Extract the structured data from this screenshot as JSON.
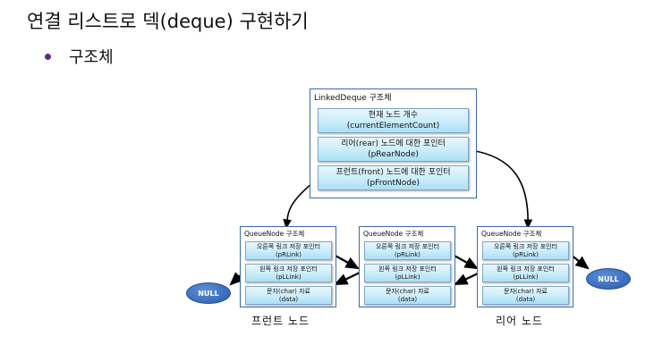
{
  "title": "연결 리스트로 덱(deque) 구현하기",
  "bullet": "구조체",
  "deque": {
    "title": "LinkedDeque 구조체",
    "fields": [
      {
        "line1": "현재 노드 개수",
        "line2": "(currentElementCount)"
      },
      {
        "line1": "리어(rear) 노드에 대한 포인터",
        "line2": "(pRearNode)"
      },
      {
        "line1": "프런트(front) 노드에 대한 포인터",
        "line2": "(pFrontNode)"
      }
    ]
  },
  "nodes": [
    {
      "title": "QueueNode 구조체",
      "fields": [
        {
          "line1": "오른쪽 링크 저장 포인터",
          "line2": "(pRLink)"
        },
        {
          "line1": "왼쪽 링크 저장 포인터",
          "line2": "(pLLink)"
        },
        {
          "line1": "문자(char) 자료",
          "line2": "(data)"
        }
      ]
    },
    {
      "title": "QueueNode 구조체",
      "fields": [
        {
          "line1": "오른쪽 링크 저장 포인터",
          "line2": "(pRLink)"
        },
        {
          "line1": "왼쪽 링크 저장 포인터",
          "line2": "(pLLink)"
        },
        {
          "line1": "문자(char) 자료",
          "line2": "(data)"
        }
      ]
    },
    {
      "title": "QueueNode 구조체",
      "fields": [
        {
          "line1": "오른쪽 링크 저장 포인터",
          "line2": "(pRLink)"
        },
        {
          "line1": "왼쪽 링크 저장 포인터",
          "line2": "(pLLink)"
        },
        {
          "line1": "문자(char) 자료",
          "line2": "(data)"
        }
      ]
    }
  ],
  "null_left": "NULL",
  "null_right": "NULL",
  "caption_front": "프런트 노드",
  "caption_rear": "리어 노드"
}
